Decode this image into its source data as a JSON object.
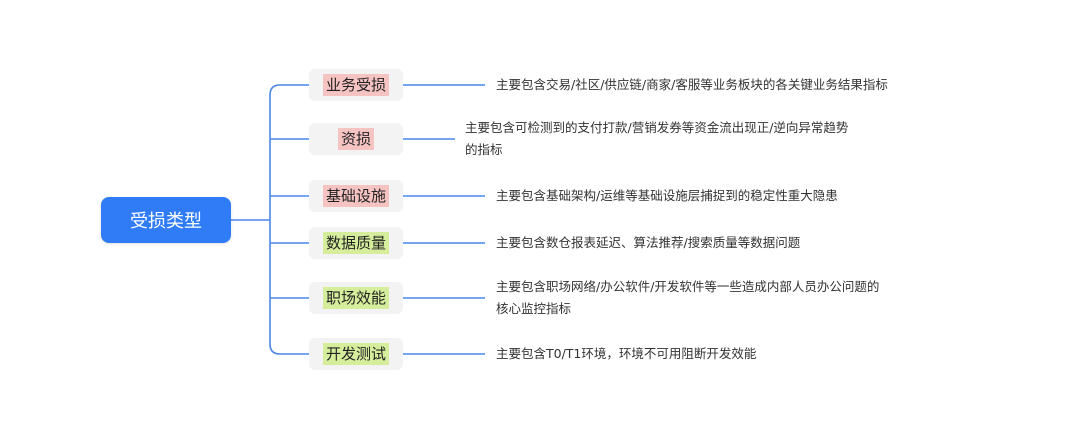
{
  "root": {
    "label": "受损类型"
  },
  "colors": {
    "root_fill": "#2f7cf6",
    "line": "#4a86e8",
    "highlight_red": "#f6c3c3",
    "highlight_green": "#d6ee9c"
  },
  "categories": [
    {
      "label": "业务受损",
      "highlight": "red",
      "desc": [
        "主要包含交易/社区/供应链/商家/客服等业务板块的各关键业务结果指标"
      ]
    },
    {
      "label": "资损",
      "highlight": "red",
      "desc": [
        "主要包含可检测到的支付打款/营销发券等资金流出现正/逆向异常趋势",
        "的指标"
      ]
    },
    {
      "label": "基础设施",
      "highlight": "red",
      "desc": [
        "主要包含基础架构/运维等基础设施层捕捉到的稳定性重大隐患"
      ]
    },
    {
      "label": "数据质量",
      "highlight": "green",
      "desc": [
        "主要包含数仓报表延迟、算法推荐/搜索质量等数据问题"
      ]
    },
    {
      "label": "职场效能",
      "highlight": "green",
      "desc": [
        "主要包含职场网络/办公软件/开发软件等一些造成内部人员办公问题的",
        "核心监控指标"
      ]
    },
    {
      "label": "开发测试",
      "highlight": "green",
      "desc": [
        "主要包含T0/T1环境，环境不可用阻断开发效能"
      ]
    }
  ]
}
